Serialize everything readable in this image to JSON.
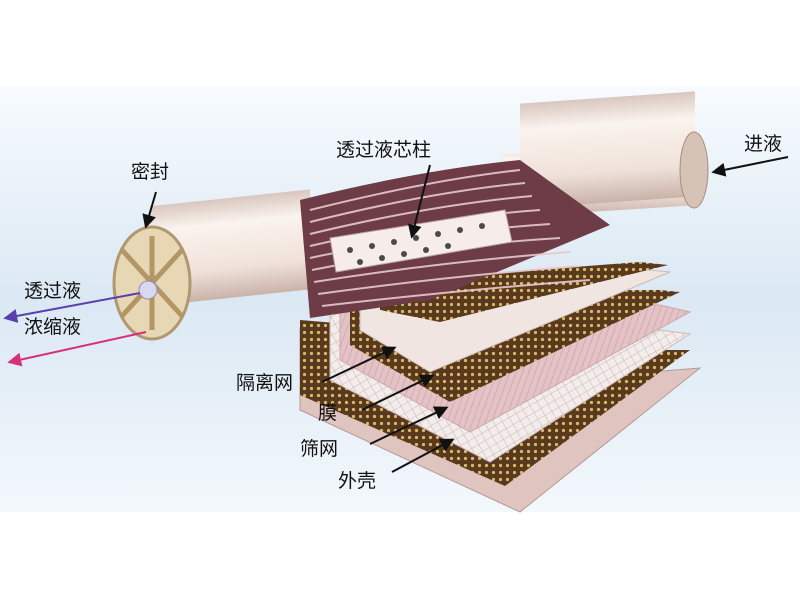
{
  "diagram": {
    "labels": {
      "seal": "密封",
      "permeate_core": "透过液芯柱",
      "feed": "进液",
      "permeate": "透过液",
      "concentrate": "浓缩液",
      "spacer": "隔离网",
      "membrane": "膜",
      "mesh": "筛网",
      "shell": "外壳"
    },
    "colors": {
      "background_band": "#e6f0f8",
      "tube_body": "#f2e4dd",
      "membrane_pink": "#e9c8c8",
      "mesh_brown": "#5a3a1e",
      "mesh_dot": "#d8b96a",
      "permeate_arrow": "#5a3fae",
      "concentrate_arrow": "#d6307a",
      "pointer_arrow": "#111111"
    }
  }
}
